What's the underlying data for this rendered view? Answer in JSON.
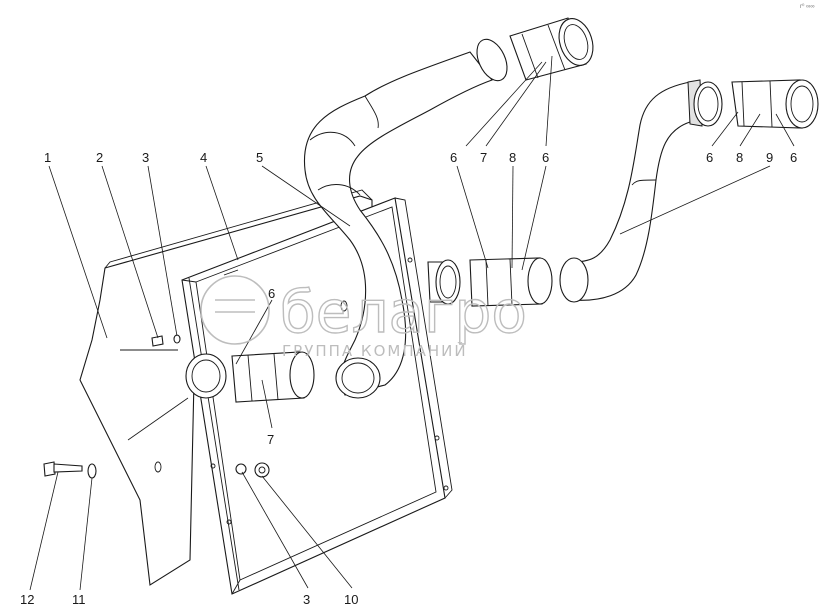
{
  "corner_mark": "r⁰ ∞∞",
  "watermark": {
    "brand": "белагро",
    "tagline": "ГРУППА КОМПАНИЙ"
  },
  "labels": [
    {
      "id": "l1",
      "text": "1"
    },
    {
      "id": "l2",
      "text": "2"
    },
    {
      "id": "l3a",
      "text": "3"
    },
    {
      "id": "l4",
      "text": "4"
    },
    {
      "id": "l5",
      "text": "5"
    },
    {
      "id": "l6a",
      "text": "6"
    },
    {
      "id": "l7a",
      "text": "7"
    },
    {
      "id": "l8a",
      "text": "8"
    },
    {
      "id": "l6b",
      "text": "6"
    },
    {
      "id": "l6c",
      "text": "6"
    },
    {
      "id": "l8b",
      "text": "8"
    },
    {
      "id": "l9",
      "text": "9"
    },
    {
      "id": "l6d",
      "text": "6"
    },
    {
      "id": "l6e",
      "text": "6"
    },
    {
      "id": "l7b",
      "text": "7"
    },
    {
      "id": "l12",
      "text": "12"
    },
    {
      "id": "l11",
      "text": "11"
    },
    {
      "id": "l3b",
      "text": "3"
    },
    {
      "id": "l10",
      "text": "10"
    }
  ]
}
